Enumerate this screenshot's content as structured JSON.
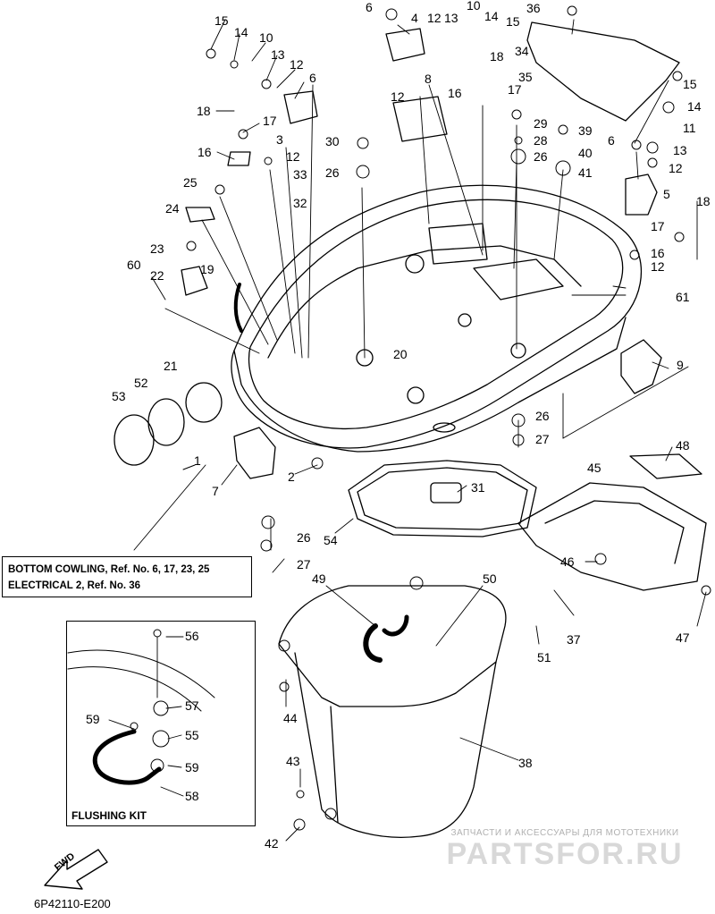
{
  "notes": {
    "line1": "BOTTOM COWLING,  Ref. No. 6, 17, 23, 25",
    "line2": "ELECTRICAL 2,  Ref. No. 36"
  },
  "flushing_kit_title": "FLUSHING KIT",
  "diagram_code": "6P42110-E200",
  "fwd_label": "FWD",
  "watermark": {
    "top": "ЗАПЧАСТИ И АКСЕССУАРЫ ДЛЯ МОТОТЕХНИКИ",
    "brand": "PARTSFOR.RU"
  },
  "callouts": {
    "c15a": "15",
    "c14a": "14",
    "c10a": "10",
    "c13a": "13",
    "c12a": "12",
    "c6a": "6",
    "c18a": "18",
    "c17a": "17",
    "c3": "3",
    "c12b": "12",
    "c16a": "16",
    "c33": "33",
    "c32": "32",
    "c30": "30",
    "c26a": "26",
    "c25": "25",
    "c24": "24",
    "c23": "23",
    "c22": "22",
    "c60": "60",
    "c19": "19",
    "c6b": "6",
    "c4": "4",
    "c12c": "12",
    "c13b": "13",
    "c10b": "10",
    "c14b": "14",
    "c15b": "15",
    "c18b": "18",
    "c36": "36",
    "c34": "34",
    "c35": "35",
    "c8": "8",
    "c12d": "12",
    "c16b": "16",
    "c17b": "17",
    "c29": "29",
    "c28": "28",
    "c26b": "26",
    "c39": "39",
    "c40": "40",
    "c41": "41",
    "c6c": "6",
    "c15c": "15",
    "c14c": "14",
    "c11": "11",
    "c13c": "13",
    "c12e": "12",
    "c5": "5",
    "c18c": "18",
    "c17c": "17",
    "c16c": "16",
    "c12f": "12",
    "c61": "61",
    "c9": "9",
    "c20": "20",
    "c21": "21",
    "c52": "52",
    "c53": "53",
    "c1": "1",
    "c7": "7",
    "c2": "2",
    "c26c": "26",
    "c27a": "27",
    "c31": "31",
    "c54": "54",
    "c26d": "26",
    "c27b": "27",
    "c48": "48",
    "c45": "45",
    "c46": "46",
    "c37": "37",
    "c47": "47",
    "c49": "49",
    "c50": "50",
    "c51": "51",
    "c38": "38",
    "c44": "44",
    "c43": "43",
    "c42": "42",
    "c56": "56",
    "c57": "57",
    "c59a": "59",
    "c55": "55",
    "c59b": "59",
    "c58": "58"
  }
}
